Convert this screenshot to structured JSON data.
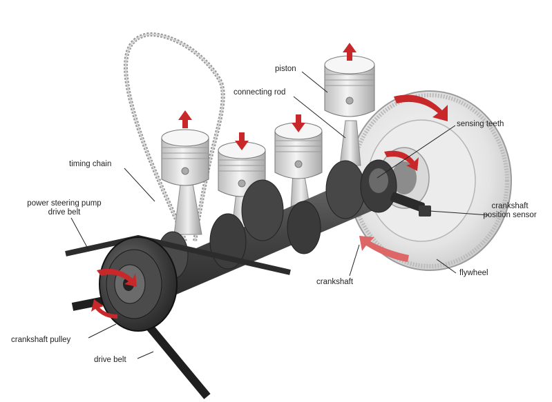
{
  "labels": {
    "piston": "piston",
    "connecting_rod": "connecting rod",
    "sensing_teeth": "sensing teeth",
    "timing_chain": "timing chain",
    "power_steering_line1": "power steering pump",
    "power_steering_line2": "drive belt",
    "crankshaft_sensor_line1": "crankshaft",
    "crankshaft_sensor_line2": "position sensor",
    "crankshaft": "crankshaft",
    "flywheel": "flywheel",
    "crankshaft_pulley": "crankshaft pulley",
    "drive_belt": "drive belt"
  },
  "colors": {
    "arrow_red": "#c8282a",
    "metal_dark": "#3a3a3a",
    "metal_light": "#e2e2e2",
    "outline": "#555555"
  }
}
